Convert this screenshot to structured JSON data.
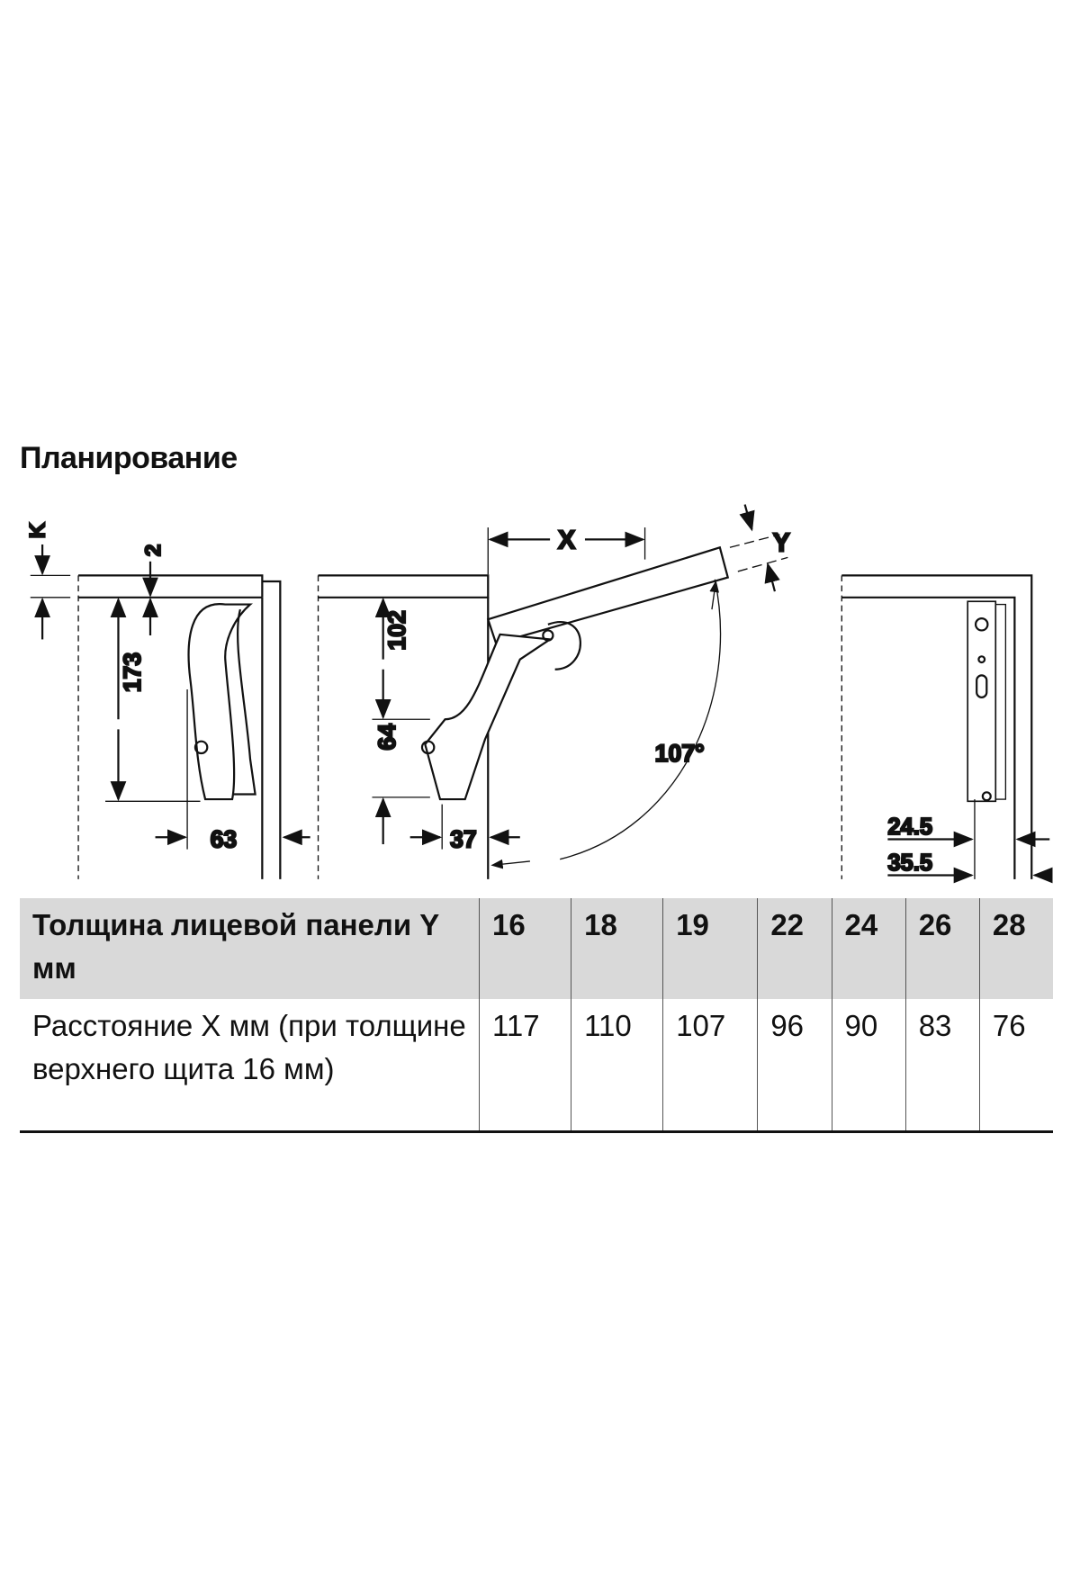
{
  "title": "Планирование",
  "diagram": {
    "labels": {
      "k": "K",
      "two": "2",
      "d173": "173",
      "d63": "63",
      "d102": "102",
      "d64": "64",
      "d37": "37",
      "x": "X",
      "y": "Y",
      "angle": "107°",
      "d24_5": "24.5",
      "d35_5": "35.5"
    }
  },
  "table": {
    "header_label": "Толщина лицевой панели Y мм",
    "thickness": [
      "16",
      "18",
      "19",
      "22",
      "24",
      "26",
      "28"
    ],
    "row_label": "Расстояние X мм (при толщине верхнего щита 16 мм)",
    "distance": [
      "117",
      "110",
      "107",
      "96",
      "90",
      "83",
      "76"
    ]
  }
}
